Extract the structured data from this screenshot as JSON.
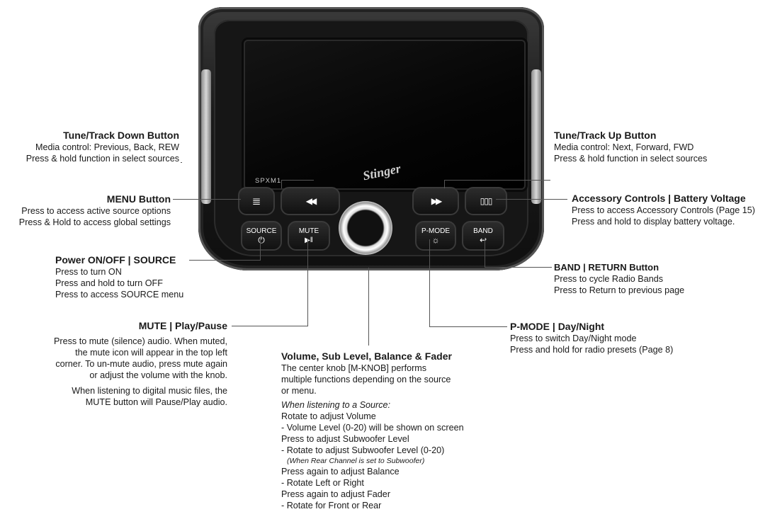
{
  "device": {
    "model_text": "SPXM1",
    "brand_text": "Stinger",
    "buttons": {
      "menu_glyph": "≣",
      "rew_glyph": "◀◀",
      "fwd_glyph": "▶▶",
      "acc_glyph": "▯▯▯",
      "source_label": "SOURCE",
      "source_icon": "⏻",
      "mute_label": "MUTE",
      "mute_icon": "▶‖",
      "pmode_label": "P-MODE",
      "pmode_icon": "☼",
      "band_label": "BAND",
      "band_icon": "↩"
    }
  },
  "callouts": {
    "tune_down": {
      "title": "Tune/Track Down Button",
      "lines": [
        "Media control: Previous, Back, REW",
        "Press & hold function in select sources"
      ]
    },
    "menu": {
      "title": "MENU Button",
      "lines": [
        "Press to access active source options",
        "Press & Hold to access global settings"
      ]
    },
    "power": {
      "title": "Power ON/OFF | SOURCE",
      "lines": [
        "Press to turn ON",
        "Press and hold to turn OFF",
        "Press to access SOURCE menu"
      ]
    },
    "mute": {
      "title": "MUTE | Play/Pause",
      "lines": [
        "Press to mute (silence) audio. When muted,",
        "the mute icon will appear in the top left",
        "corner. To un-mute audio, press mute again",
        "or adjust the volume with the knob."
      ],
      "lines2": [
        "When listening to digital music files, the",
        "MUTE button will Pause/Play audio."
      ]
    },
    "volume": {
      "title": "Volume, Sub Level, Balance & Fader",
      "lines": [
        "The center knob [M-KNOB] performs",
        "multiple functions depending on the source",
        "or menu."
      ],
      "source_heading": "When listening to a Source:",
      "steps": [
        "Rotate to adjust Volume",
        "- Volume Level (0-20) will be shown on screen",
        "Press to adjust Subwoofer Level",
        "- Rotate to adjust Subwoofer Level (0-20)"
      ],
      "note": "(When Rear Channel is set to Subwoofer)",
      "steps2": [
        "Press again to adjust Balance",
        "- Rotate Left or Right",
        "Press again to adjust Fader",
        "- Rotate for Front or Rear"
      ]
    },
    "tune_up": {
      "title": "Tune/Track Up Button",
      "lines": [
        "Media control: Next, Forward, FWD",
        "Press & hold function in select sources"
      ]
    },
    "accessory": {
      "title": "Accessory Controls | Battery Voltage",
      "lines": [
        "Press to access Accessory Controls (Page 15)",
        "Press and hold to display battery voltage."
      ]
    },
    "band": {
      "title": "BAND | RETURN Button",
      "lines": [
        "Press to cycle Radio Bands",
        "Press to Return to previous page"
      ]
    },
    "pmode": {
      "title": "P-MODE | Day/Night",
      "lines": [
        "Press to switch Day/Night mode",
        "Press and hold for radio presets (Page 8)"
      ]
    }
  }
}
